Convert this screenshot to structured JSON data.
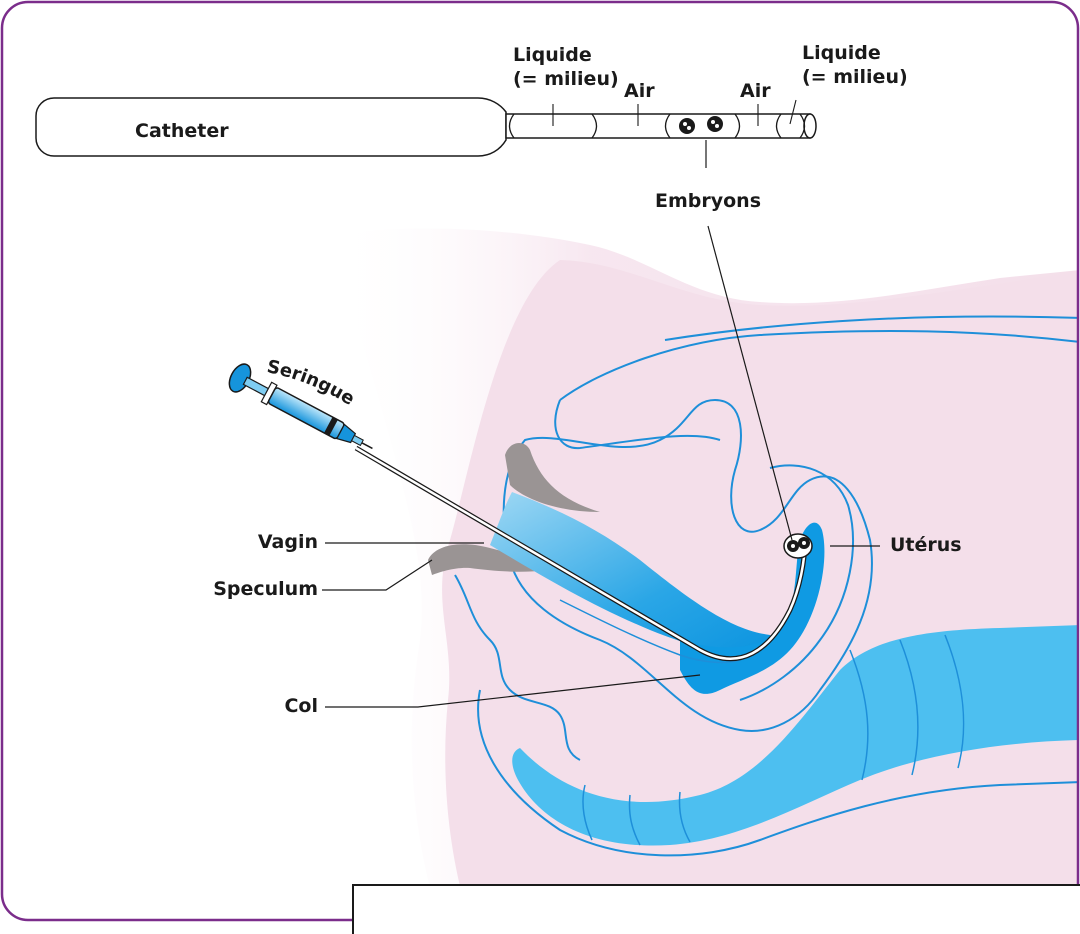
{
  "labels": {
    "catheter": "Catheter",
    "liquide_left_1": "Liquide",
    "liquide_left_2": "(= milieu)",
    "air_left": "Air",
    "air_right": "Air",
    "liquide_right_1": "Liquide",
    "liquide_right_2": "(= milieu)",
    "embryons": "Embryons",
    "seringue": "Seringue",
    "vagin": "Vagin",
    "speculum": "Speculum",
    "col": "Col",
    "uterus": "Utérus"
  },
  "colors": {
    "frame": "#7b2d8b",
    "body_tissue": "#f6e4ee",
    "organ_outline": "#1e8fd9",
    "organ_fill": "#0f9ae3",
    "rectum_fill": "#4dbff0",
    "speculum": "#9a9494",
    "text": "#1a1a1a"
  },
  "caption": ""
}
